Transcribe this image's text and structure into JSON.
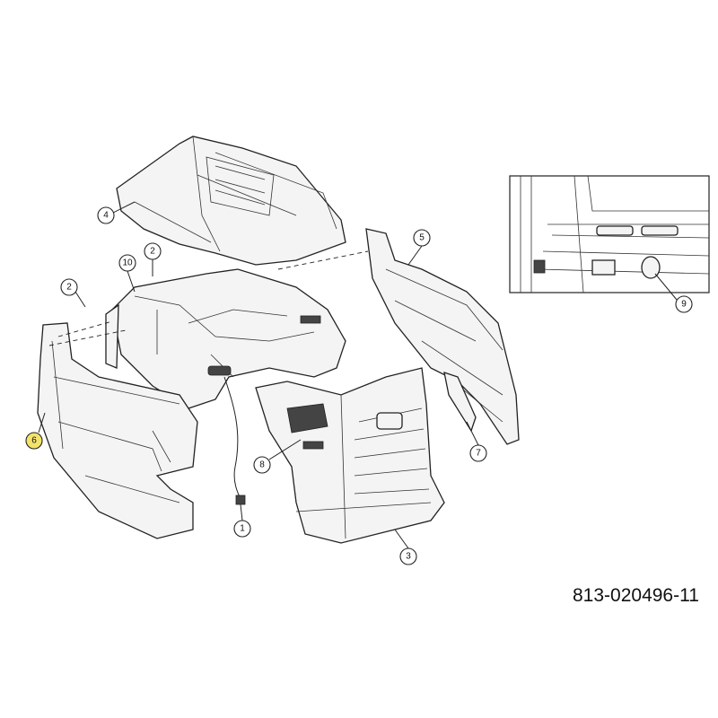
{
  "document_number": "813-020496-11",
  "highlight_color": "#f3e36b",
  "callouts": [
    {
      "label": "4",
      "highlighted": false
    },
    {
      "label": "2",
      "highlighted": false
    },
    {
      "label": "10",
      "highlighted": false
    },
    {
      "label": "2",
      "highlighted": false
    },
    {
      "label": "6",
      "highlighted": true
    },
    {
      "label": "1",
      "highlighted": false
    },
    {
      "label": "8",
      "highlighted": false
    },
    {
      "label": "3",
      "highlighted": false
    },
    {
      "label": "7",
      "highlighted": false
    },
    {
      "label": "5",
      "highlighted": false
    },
    {
      "label": "9",
      "highlighted": false
    }
  ]
}
